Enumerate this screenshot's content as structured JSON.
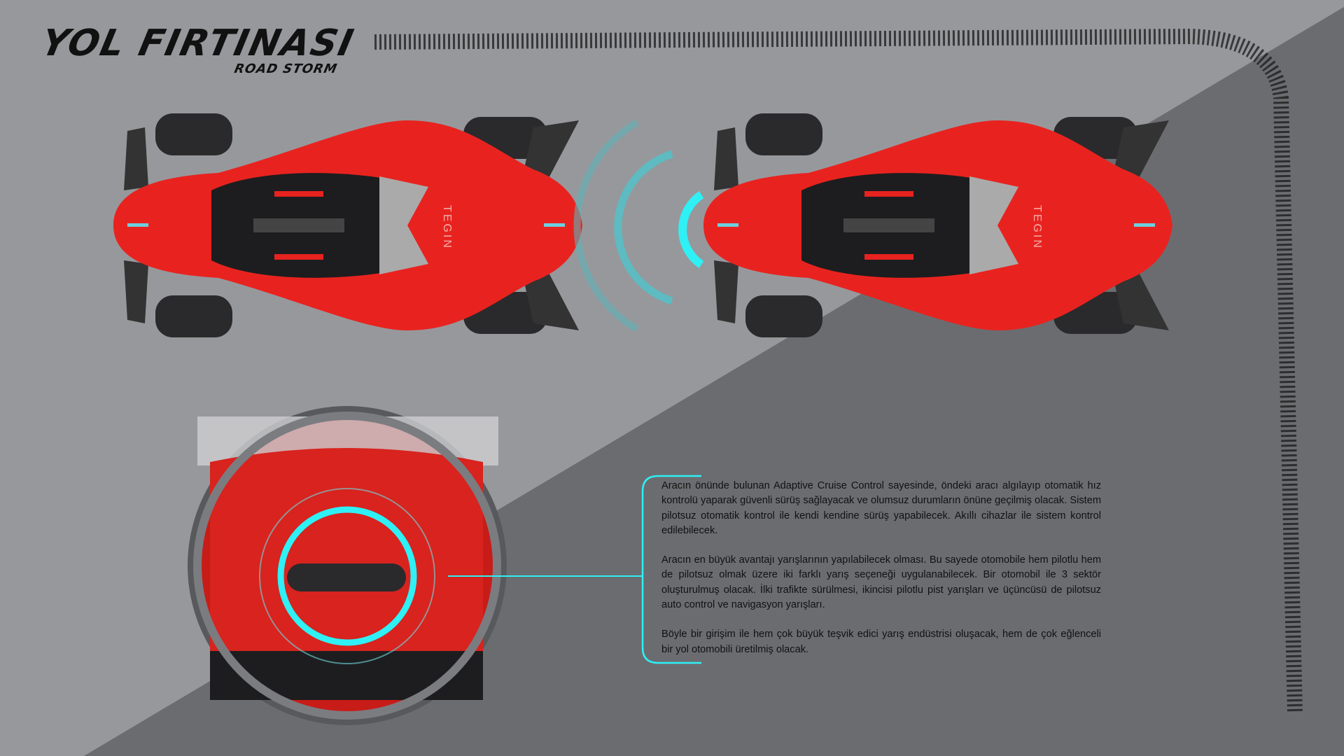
{
  "header": {
    "title": "YOL FIRTINASI",
    "subtitle": "ROAD STORM"
  },
  "cars": [
    {
      "brand": "TEGIN"
    },
    {
      "brand": "TEGIN"
    }
  ],
  "colors": {
    "bg_light": "#97989c",
    "bg_dark": "#6b6c70",
    "accent": "#2ef0f5",
    "car": "#e8231f"
  },
  "description": {
    "paragraphs": [
      "Aracın önünde bulunan Adaptive Cruise Control sayesinde, öndeki aracı algılayıp otomatik hız kontrolü yaparak güvenli sürüş sağlayacak ve olumsuz durumların önüne geçilmiş olacak. Sistem pilotsuz otomatik kontrol ile kendi kendine sürüş yapabilecek. Akıllı cihazlar ile sistem kontrol edilebilecek.",
      "Aracın en büyük avantajı yarışlarının yapılabilecek olması. Bu sayede otomobile hem pilotlu hem de pilotsuz olmak üzere iki farklı yarış seçeneği uygulanabilecek. Bir otomobil ile 3 sektör oluşturulmuş olacak. İlki trafikte sürülmesi, ikincisi pilotlu pist yarışları ve üçüncüsü de pilotsuz auto control ve navigasyon yarışları.",
      "Böyle bir girişim ile hem çok büyük teşvik edici yarış endüstrisi oluşacak, hem de çok eğlenceli bir yol otomobili üretilmiş olacak."
    ]
  }
}
